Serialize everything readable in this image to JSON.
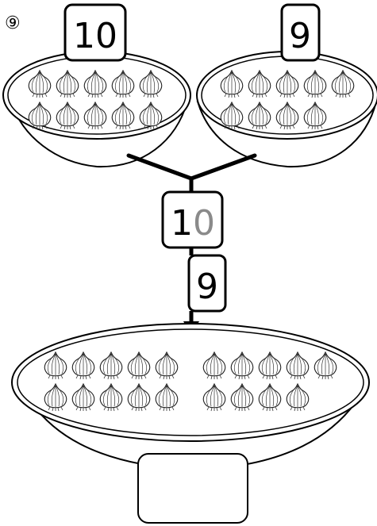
{
  "problem_marker": "⑨",
  "left_bowl": {
    "count_label": "10",
    "onion_count": 10
  },
  "right_bowl": {
    "count_label": "9",
    "onion_count": 9
  },
  "combined_box": {
    "digit_tens": "1",
    "digit_ones": "0",
    "ones_color": "#8a8a8a"
  },
  "added_box": {
    "label": "9"
  },
  "answer_box": {
    "value": ""
  },
  "big_bowl": {
    "left_group_count": 10,
    "right_group_count": 9
  },
  "icons": {
    "item": "onion-icon"
  }
}
